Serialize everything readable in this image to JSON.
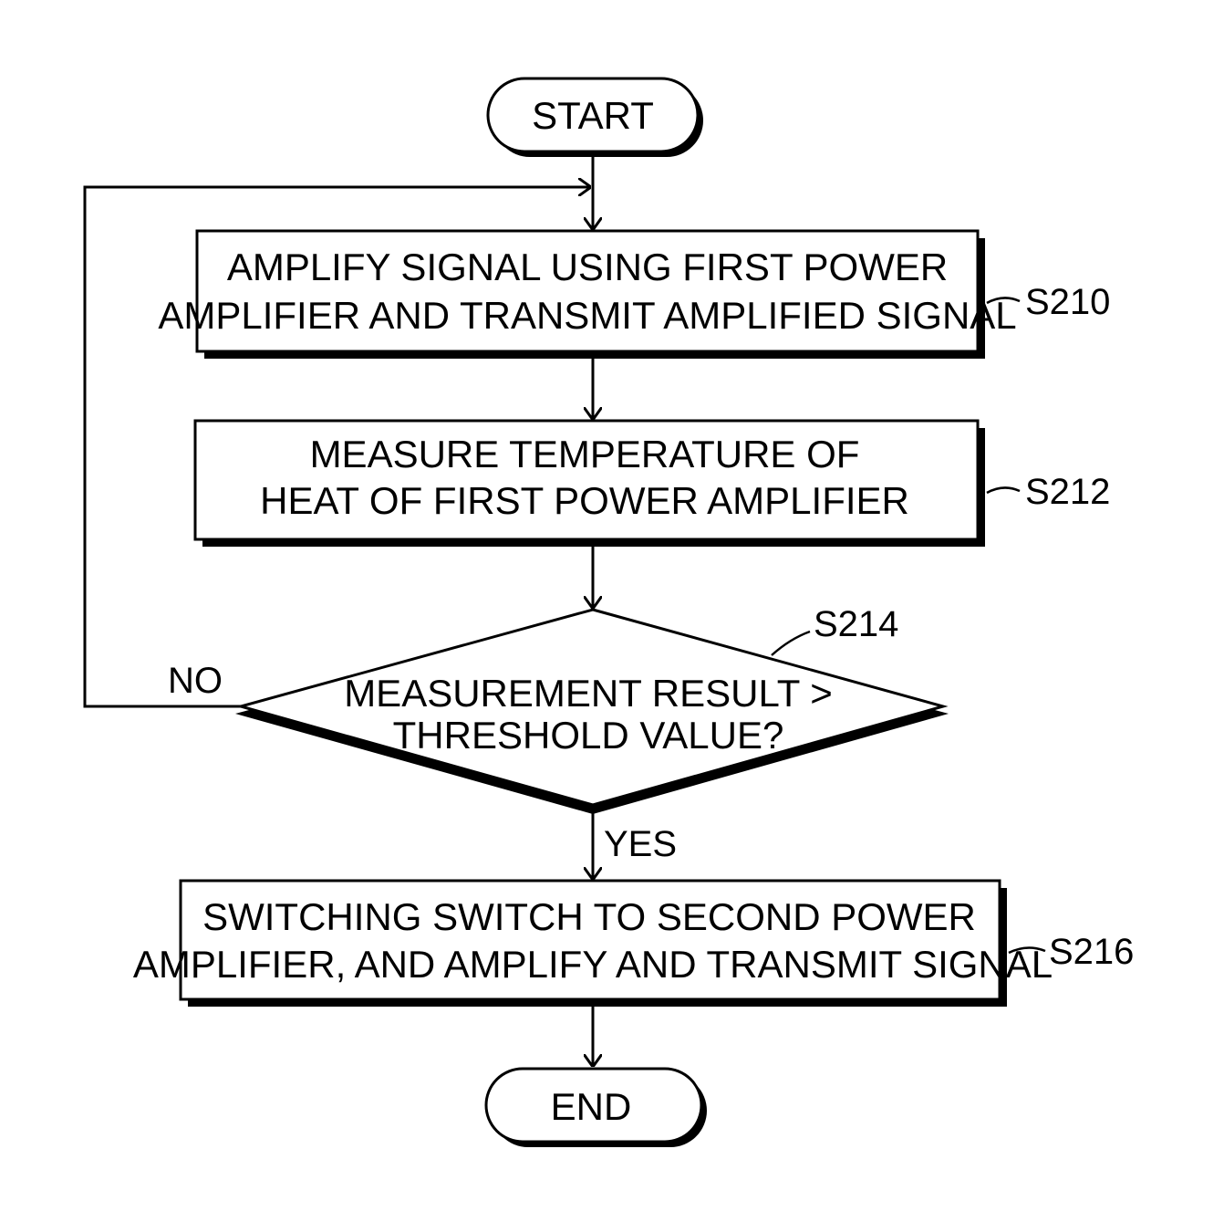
{
  "nodes": {
    "start": {
      "label": "START"
    },
    "s210": {
      "step_id": "S210",
      "lines": [
        "AMPLIFY SIGNAL USING FIRST POWER",
        "AMPLIFIER AND TRANSMIT AMPLIFIED SIGNAL"
      ]
    },
    "s212": {
      "step_id": "S212",
      "lines": [
        "MEASURE TEMPERATURE OF",
        "HEAT OF FIRST POWER AMPLIFIER"
      ]
    },
    "s214": {
      "step_id": "S214",
      "lines": [
        "MEASUREMENT RESULT >",
        "THRESHOLD VALUE?"
      ]
    },
    "s216": {
      "step_id": "S216",
      "lines": [
        "SWITCHING SWITCH TO SECOND POWER",
        "AMPLIFIER, AND AMPLIFY AND TRANSMIT SIGNAL"
      ]
    },
    "end": {
      "label": "END"
    }
  },
  "branches": {
    "no": "NO",
    "yes": "YES"
  },
  "colors": {
    "line": "#000000",
    "fill": "#ffffff"
  }
}
